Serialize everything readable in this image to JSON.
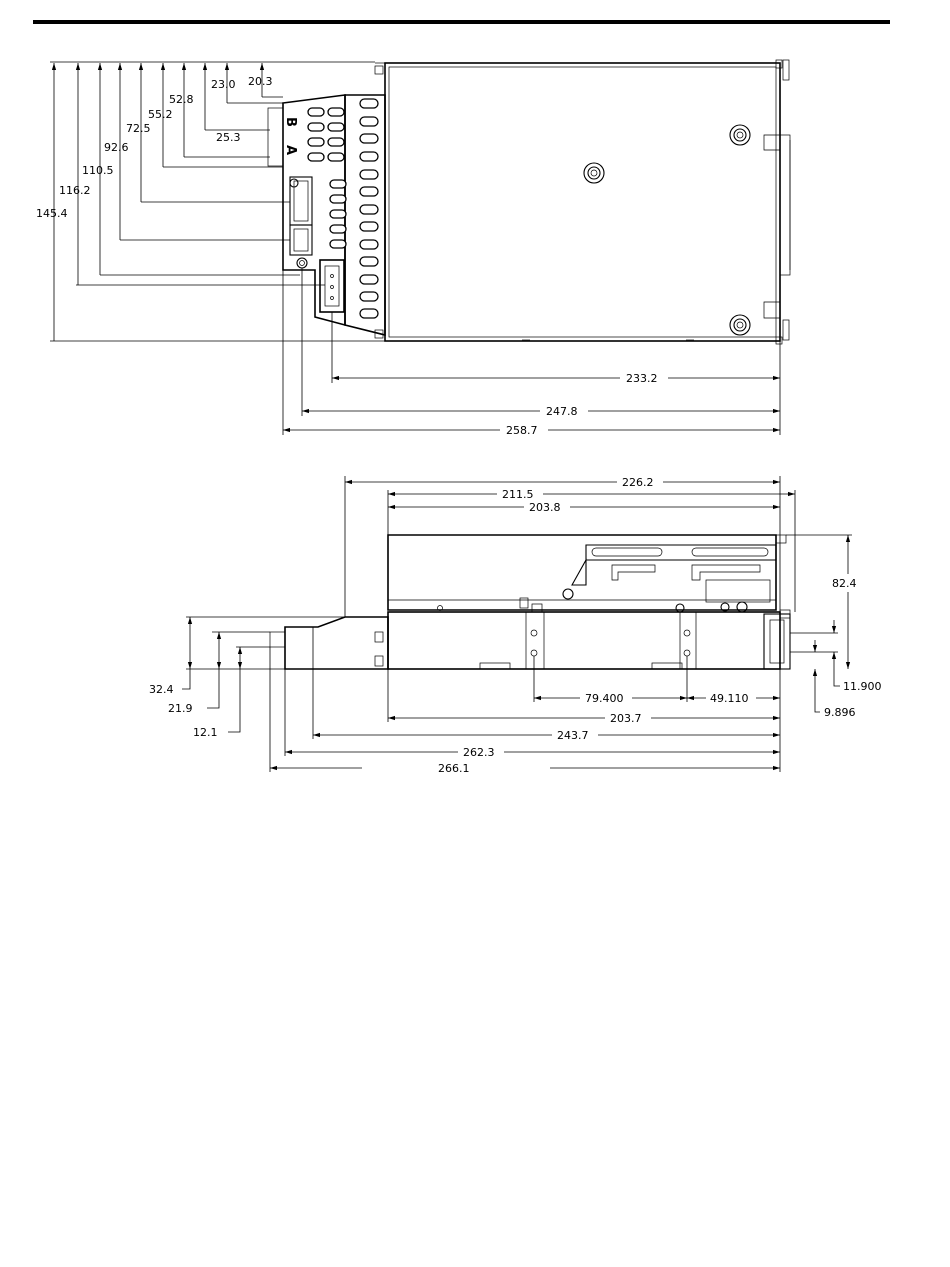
{
  "top_view": {
    "dimensions": {
      "d145_4": "145.4",
      "d116_2": "116.2",
      "d110_5": "110.5",
      "d92_6": "92.6",
      "d72_5": "72.5",
      "d55_2": "55.2",
      "d52_8": "52.8",
      "d23_0": "23.0",
      "d20_3": "20.3",
      "d25_3": "25.3",
      "d233_2": "233.2",
      "d247_8": "247.8",
      "d258_7": "258.7"
    },
    "connector_labels": {
      "b": "B",
      "a": "A"
    }
  },
  "side_view": {
    "dimensions": {
      "d226_2": "226.2",
      "d211_5": "211.5",
      "d203_8": "203.8",
      "d82_4": "82.4",
      "d32_4": "32.4",
      "d21_9": "21.9",
      "d12_1": "12.1",
      "d79_400": "79.400",
      "d49_110": "49.110",
      "d11_900": "11.900",
      "d9_896": "9.896",
      "d203_7": "203.7",
      "d243_7": "243.7",
      "d262_3": "262.3",
      "d266_1": "266.1"
    }
  }
}
